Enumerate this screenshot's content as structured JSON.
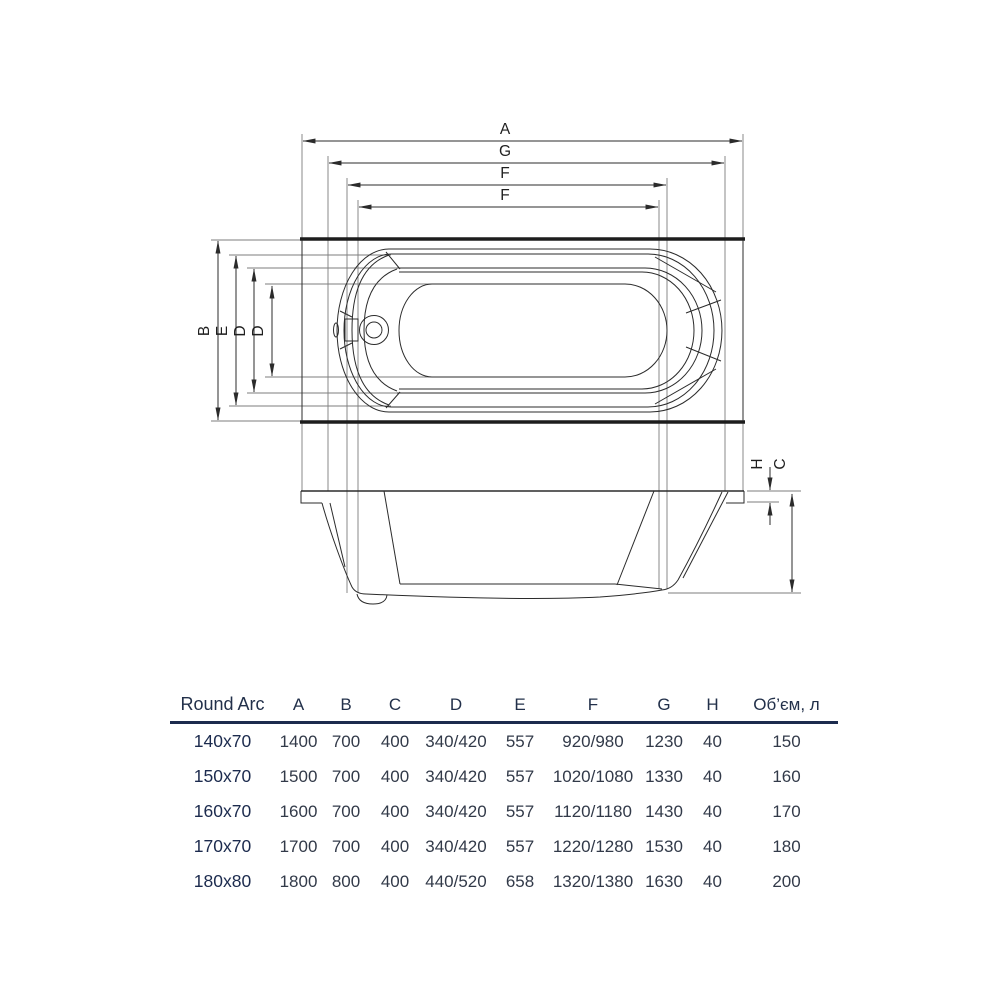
{
  "drawing": {
    "top_dims": [
      "A",
      "G",
      "F",
      "F"
    ],
    "left_dims": [
      "B",
      "E",
      "D",
      "D"
    ],
    "right_dims": [
      "H",
      "C"
    ]
  },
  "table": {
    "headers": [
      "Round Arc",
      "A",
      "B",
      "C",
      "D",
      "E",
      "F",
      "G",
      "H",
      "Об’єм, л"
    ],
    "rows": [
      {
        "size": "140x70",
        "values": [
          "1400",
          "700",
          "400",
          "340/420",
          "557",
          "920/980",
          "1230",
          "40",
          "150"
        ]
      },
      {
        "size": "150x70",
        "values": [
          "1500",
          "700",
          "400",
          "340/420",
          "557",
          "1020/1080",
          "1330",
          "40",
          "160"
        ]
      },
      {
        "size": "160x70",
        "values": [
          "1600",
          "700",
          "400",
          "340/420",
          "557",
          "1120/1180",
          "1430",
          "40",
          "170"
        ]
      },
      {
        "size": "170x70",
        "values": [
          "1700",
          "700",
          "400",
          "340/420",
          "557",
          "1220/1280",
          "1530",
          "40",
          "180"
        ]
      },
      {
        "size": "180x80",
        "values": [
          "1800",
          "800",
          "400",
          "440/520",
          "658",
          "1320/1380",
          "1630",
          "40",
          "200"
        ]
      }
    ]
  },
  "colors": {
    "table_navy": "#1c2b4e",
    "drawing_line": "#2b2b2b"
  }
}
